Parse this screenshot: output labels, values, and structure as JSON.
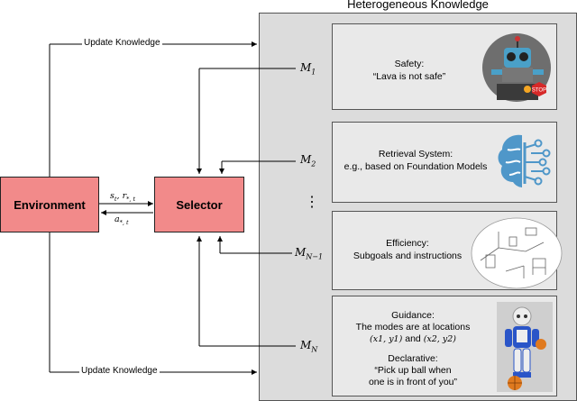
{
  "panel_title": "Heterogeneous Knowledge",
  "environment_label": "Environment",
  "selector_label": "Selector",
  "update_top": "Update Knowledge",
  "update_bottom": "Update Knowledge",
  "signal_state": "s",
  "signal_state_sub": "t",
  "signal_reward": "r",
  "signal_reward_sub": "*, t",
  "signal_action": "a",
  "signal_action_sub": "*, t",
  "dots": "⋮",
  "modules": [
    {
      "label": "M",
      "sub": "1",
      "line1": "Safety:",
      "line2": "“Lava is not safe”",
      "image": "robot-stop-sign-image"
    },
    {
      "label": "M",
      "sub": "2",
      "line1": "Retrieval System:",
      "line2": "e.g., based on Foundation Models",
      "image": "brain-network-icon"
    },
    {
      "label": "M",
      "sub": "N−1",
      "line1": "Efficiency:",
      "line2": "Subgoals and instructions",
      "image": "room-sketch-image"
    },
    {
      "label": "M",
      "sub": "N",
      "image": "humanoid-robot-ball-image"
    }
  ],
  "guidance": {
    "title": "Guidance:",
    "line1": "The modes are at locations",
    "p1": "(x1, y1)",
    "and": "and",
    "p2": "(x2, y2)",
    "declarative_title": "Declarative:",
    "quote1": "“Pick up  ball when",
    "quote2": "one is in front of you”"
  },
  "colors": {
    "box_fill": "#f28a8a",
    "panel_fill": "#dcdcdc",
    "module_fill": "#e9e9e9"
  }
}
